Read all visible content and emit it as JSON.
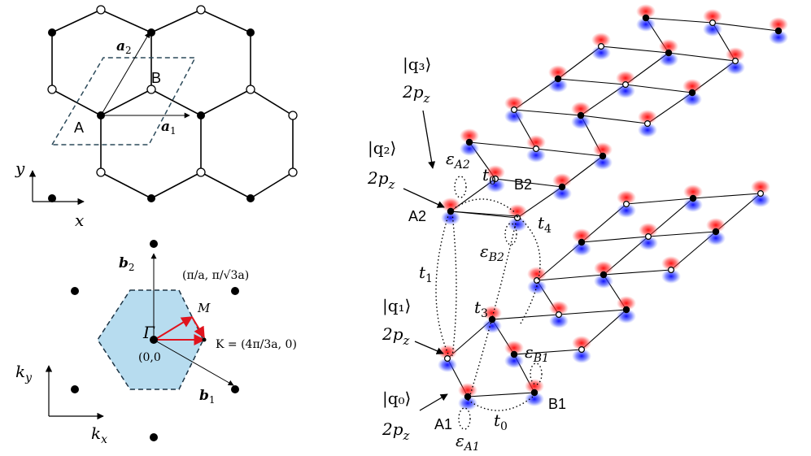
{
  "real_space": {
    "label_A": "A",
    "label_B": "B",
    "vec_a1": "a",
    "vec_a1_sub": "1",
    "vec_a2": "a",
    "vec_a2_sub": "2",
    "axis_x": "x",
    "axis_y": "y"
  },
  "reciprocal_space": {
    "gamma": "Γ",
    "origin": "(0,0",
    "M": "M",
    "M_coord": "(π/a, π/√3a)",
    "K": "K = (4π/3a, 0)",
    "vec_b1": "b",
    "vec_b1_sub": "1",
    "vec_b2": "b",
    "vec_b2_sub": "2",
    "axis_kx": "k",
    "axis_kx_sub": "x",
    "axis_ky": "k",
    "axis_ky_sub": "y"
  },
  "bilayer": {
    "ket_q0": "|q₀⟩",
    "ket_q1": "|q₁⟩",
    "ket_q2": "|q₂⟩",
    "ket_q3": "|q₃⟩",
    "orbital": "2p",
    "orbital_sub": "z",
    "A1": "A1",
    "B1": "B1",
    "A2": "A2",
    "B2": "B2",
    "t0": "t",
    "t0_sub": "0",
    "t1": "t",
    "t1_sub": "1",
    "t3": "t",
    "t3_sub": "3",
    "t4": "t",
    "t4_sub": "4",
    "eps": "ε",
    "eps_A1": "A1",
    "eps_B1": "B1",
    "eps_A2": "A2",
    "eps_B2": "B2"
  },
  "colors": {
    "lobe_top": "#e8101a",
    "lobe_bottom": "#1020e8",
    "zone_fill": "#b7dcef",
    "arrow_red": "#e0141e"
  }
}
